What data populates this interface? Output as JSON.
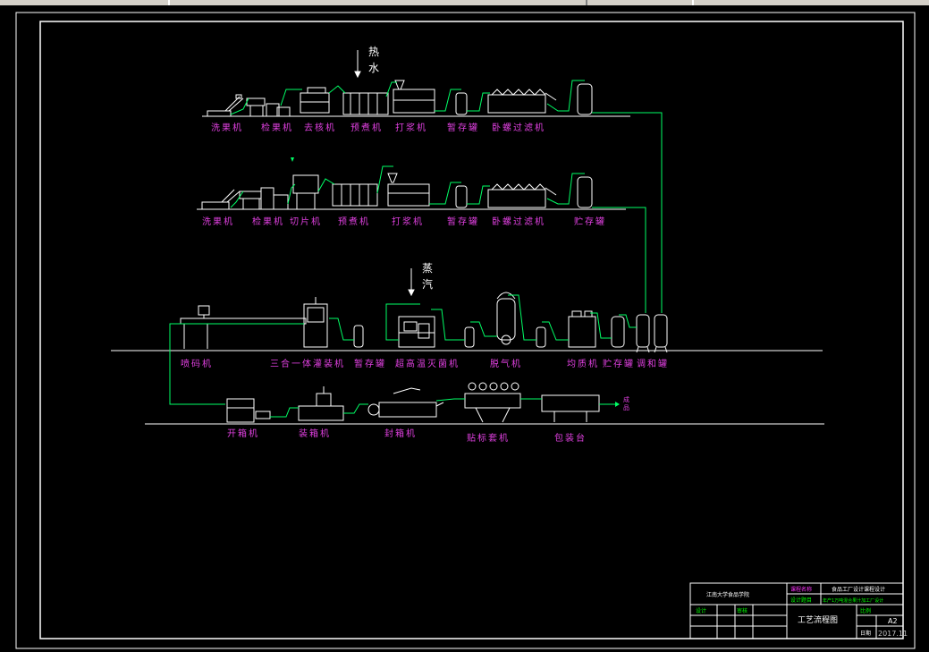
{
  "row1": {
    "labels": [
      "洗果机",
      "检果机",
      "去核机",
      "预煮机",
      "打浆机",
      "暂存罐",
      "卧螺过滤机"
    ]
  },
  "row2": {
    "labels": [
      "洗果机",
      "检果机",
      "切片机",
      "预煮机",
      "打浆机",
      "暂存罐",
      "卧螺过滤机",
      "贮存罐"
    ]
  },
  "row3": {
    "labels": [
      "喷码机",
      "三合一体灌装机",
      "暂存罐",
      "超高温灭菌机",
      "脱气机",
      "均质机",
      "贮存罐",
      "调和罐"
    ]
  },
  "row4": {
    "labels": [
      "开箱机",
      "装箱机",
      "封箱机",
      "贴标套机",
      "包装台"
    ]
  },
  "inputs": {
    "hot_water": [
      "热",
      "水"
    ],
    "steam": [
      "蒸",
      "汽"
    ]
  },
  "output_label": [
    "成",
    "品"
  ],
  "title_block": {
    "school": "江南大学食品学院",
    "course_label": "课程名称",
    "course": "食品工厂设计课程设计",
    "topic_label": "设计题目",
    "topic": "年产1万吨混合果汁加工厂设计",
    "drawing_name": "工艺流程图",
    "designer": "设计",
    "checker": "审核",
    "scale_label": "比例",
    "scale": "A2",
    "date_label": "日期",
    "date": "2017.11"
  },
  "colors": {
    "line": "#ffffff",
    "flow": "#00ff66",
    "label": "#e040e0",
    "title_green": "#00ff00",
    "title_pink": "#ff33ff"
  }
}
